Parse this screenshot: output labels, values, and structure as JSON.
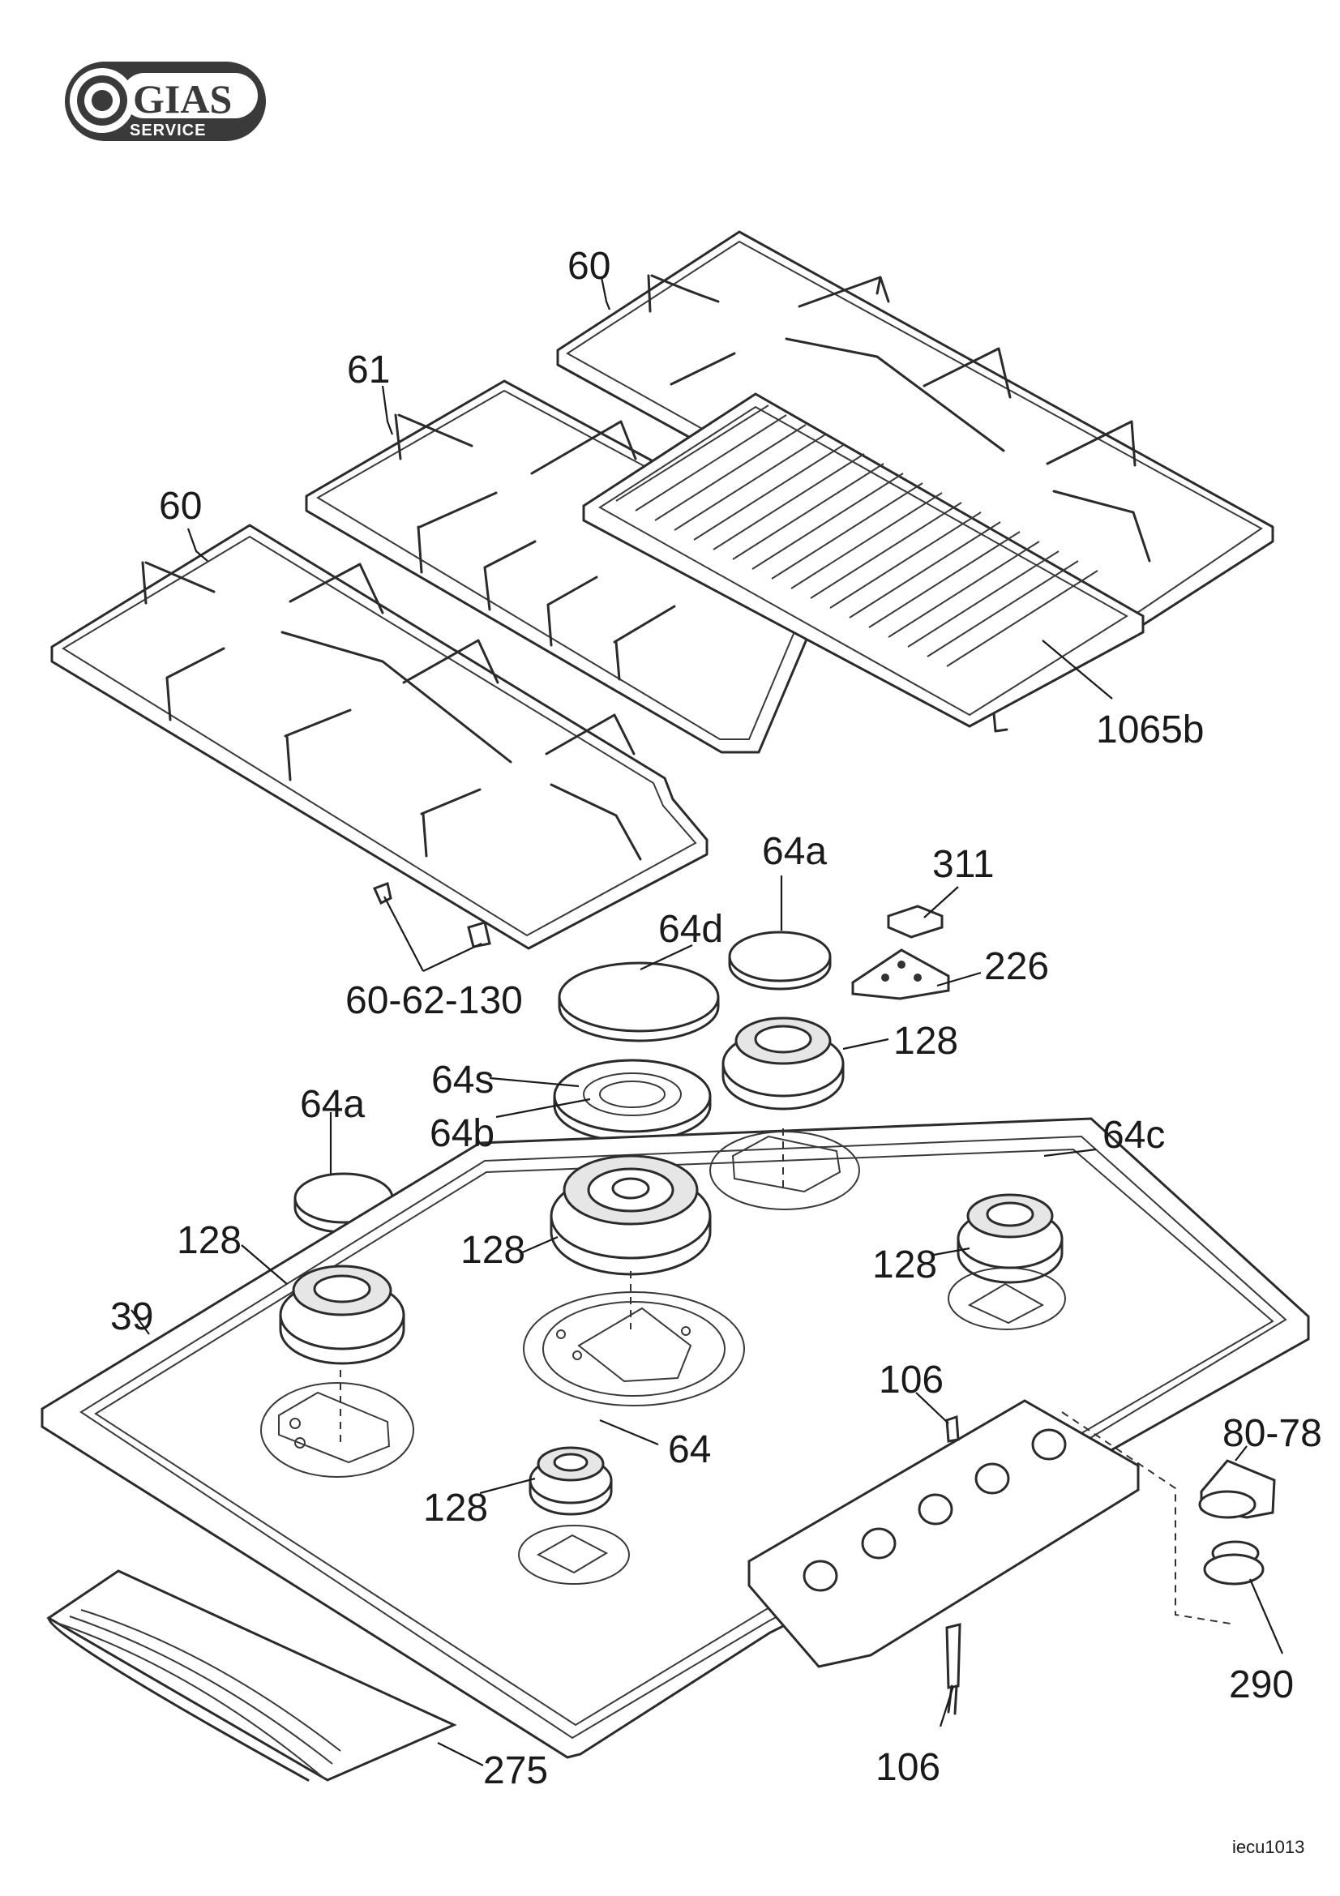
{
  "logo": {
    "main": "GIAS",
    "sub": "SERVICE"
  },
  "labels": {
    "grate_right": "60",
    "grate_middle": "61",
    "grate_left": "60",
    "griddle": "1065b",
    "cap_top": "64a",
    "part_311": "311",
    "cap_64d": "64d",
    "part_226": "226",
    "feet": "60-62-130",
    "burner_top": "128",
    "ring_64s": "64s",
    "cap_left": "64a",
    "ring_64b": "64b",
    "cap_64c": "64c",
    "burner_left": "128",
    "burner_center": "128",
    "burner_right": "128",
    "hob": "39",
    "spark_top": "106",
    "knob": "80-78",
    "cap_64": "64",
    "burner_small": "128",
    "seal": "290",
    "gasket": "275",
    "thermocouple": "106"
  },
  "code": "iecu1013"
}
